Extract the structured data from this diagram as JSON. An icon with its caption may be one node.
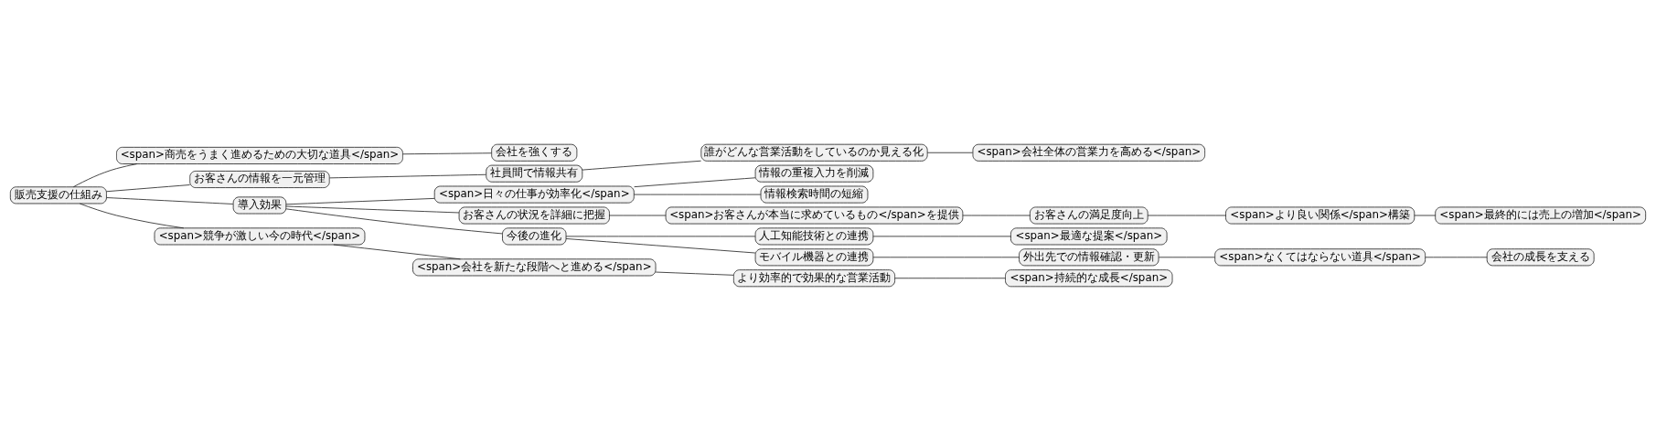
{
  "diagram": {
    "nodes": [
      {
        "text": [
          "販売支援の仕組み"
        ]
      },
      {
        "text": [
          "<span>商売をうまく進めるための大切な道具</span>"
        ]
      },
      {
        "text": [
          "会社を強くする"
        ]
      },
      {
        "text": [
          "お客さんの情報を一元管理"
        ]
      },
      {
        "text": [
          "社員間で情報共有"
        ]
      },
      {
        "text": [
          "誰がどんな営業活動をしているのか見える化"
        ]
      },
      {
        "text": [
          "<span>会社全体の営業力を高める</span>"
        ]
      },
      {
        "text": [
          "導入効果"
        ]
      },
      {
        "text": [
          "<span>日々の仕事が効率化</span>"
        ]
      },
      {
        "text": [
          "情報の重複入力を削減"
        ]
      },
      {
        "text": [
          "情報検索時間の短縮"
        ]
      },
      {
        "text": [
          "お客さんの状況を詳細に把握"
        ]
      },
      {
        "text": [
          "<span>お客さんが本当に求めているもの</span>を提供"
        ]
      },
      {
        "text": [
          "お客さんの満足度向上"
        ]
      },
      {
        "text": [
          "<span>より良い関係</span>構築"
        ]
      },
      {
        "text": [
          "<span>最終的には売上の増加</span>"
        ]
      },
      {
        "text": [
          "今後の進化"
        ]
      },
      {
        "text": [
          "人工知能技術との連携"
        ]
      },
      {
        "text": [
          "<span>最適な提案</span>"
        ]
      },
      {
        "text": [
          "モバイル機器との連携"
        ]
      },
      {
        "text": [
          "外出先での情報確認・更新"
        ]
      },
      {
        "text": [
          "<span>なくてはならない道具</span>"
        ]
      },
      {
        "text": [
          "会社の成長を支える"
        ]
      },
      {
        "text": [
          "<span>競争が激しい今の時代</span>"
        ]
      },
      {
        "text": [
          "<span>会社を新たな段階へと進める</span>"
        ]
      },
      {
        "text": [
          "より効率的で効果的な営業活動"
        ]
      },
      {
        "text": [
          "<span>持続的な成長</span>"
        ]
      }
    ],
    "edges": [
      {
        "from": 0,
        "to": 1,
        "arrow": "none"
      },
      {
        "from": 1,
        "to": 2,
        "arrow": "none"
      },
      {
        "from": 0,
        "to": 3,
        "arrow": "none"
      },
      {
        "from": 3,
        "to": 4,
        "arrow": "none"
      },
      {
        "from": 4,
        "to": 5,
        "arrow": "none"
      },
      {
        "from": 5,
        "to": 6,
        "arrow": "none"
      },
      {
        "from": 0,
        "to": 7,
        "arrow": "none"
      },
      {
        "from": 7,
        "to": 8,
        "arrow": "none"
      },
      {
        "from": 8,
        "to": 9,
        "arrow": "none"
      },
      {
        "from": 8,
        "to": 10,
        "arrow": "none"
      },
      {
        "from": 7,
        "to": 11,
        "arrow": "none"
      },
      {
        "from": 11,
        "to": 12,
        "arrow": "none"
      },
      {
        "from": 12,
        "to": 13,
        "arrow": "none"
      },
      {
        "from": 13,
        "to": 14,
        "arrow": "none"
      },
      {
        "from": 14,
        "to": 15,
        "arrow": "none"
      },
      {
        "from": 7,
        "to": 16,
        "arrow": "none"
      },
      {
        "from": 16,
        "to": 17,
        "arrow": "none"
      },
      {
        "from": 17,
        "to": 18,
        "arrow": "none"
      },
      {
        "from": 16,
        "to": 19,
        "arrow": "none"
      },
      {
        "from": 19,
        "to": 20,
        "arrow": "none"
      },
      {
        "from": 20,
        "to": 21,
        "arrow": "none"
      },
      {
        "from": 21,
        "to": 22,
        "arrow": "none"
      },
      {
        "from": 0,
        "to": 23,
        "arrow": "none"
      },
      {
        "from": 23,
        "to": 24,
        "arrow": "none"
      },
      {
        "from": 24,
        "to": 25,
        "arrow": "none"
      },
      {
        "from": 25,
        "to": 26,
        "arrow": "none"
      }
    ]
  }
}
